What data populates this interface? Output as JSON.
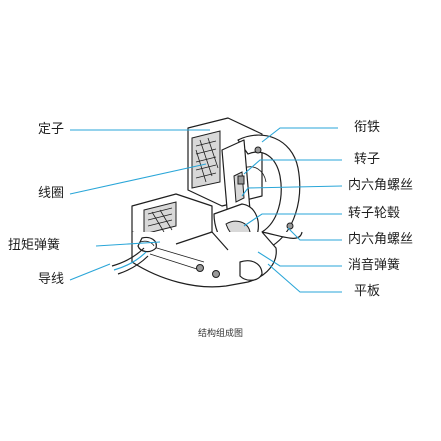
{
  "labels": {
    "stator": "定子",
    "coil": "线圈",
    "torsion_spring": "扭矩弹簧",
    "lead_wire": "导线",
    "armature": "衔铁",
    "rotor": "转子",
    "hex_screw_1": "内六角螺丝",
    "rotor_hub": "转子轮毂",
    "hex_screw_2": "内六角螺丝",
    "silencer_spring": "消音弹簧",
    "flat_plate": "平板"
  },
  "caption": "结构组成图",
  "colors": {
    "leader": "#2aa6d8",
    "line": "#1f1f1f",
    "shade": "#d8d8d8"
  }
}
